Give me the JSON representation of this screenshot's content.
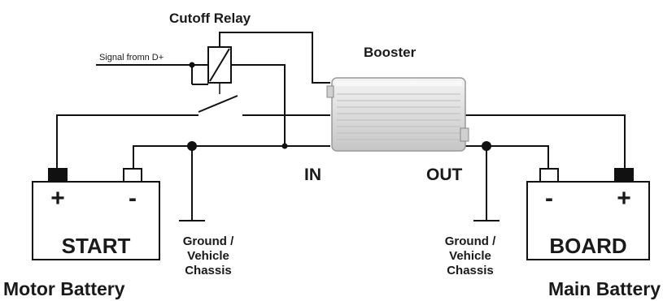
{
  "relay": {
    "title": "Cutoff Relay",
    "signal_label": "Signal fromn D+"
  },
  "booster": {
    "title": "Booster",
    "in_label": "IN",
    "out_label": "OUT"
  },
  "start_battery": {
    "plus": "+",
    "minus": "-",
    "name": "START",
    "caption": "Motor Battery",
    "plus_color": "#111111",
    "minus_color": "#ffffff"
  },
  "main_battery": {
    "plus": "+",
    "minus": "-",
    "name": "BOARD",
    "caption": "Main Battery",
    "plus_color": "#111111",
    "minus_color": "#ffffff"
  },
  "ground_left": {
    "line1": "Ground /",
    "line2": "Vehicle",
    "line3": "Chassis"
  },
  "ground_right": {
    "line1": "Ground /",
    "line2": "Vehicle",
    "line3": "Chassis"
  },
  "colors": {
    "wire": "#111111",
    "booster_body": "#e3e3e3",
    "booster_ribs": "#b9b9b9"
  }
}
